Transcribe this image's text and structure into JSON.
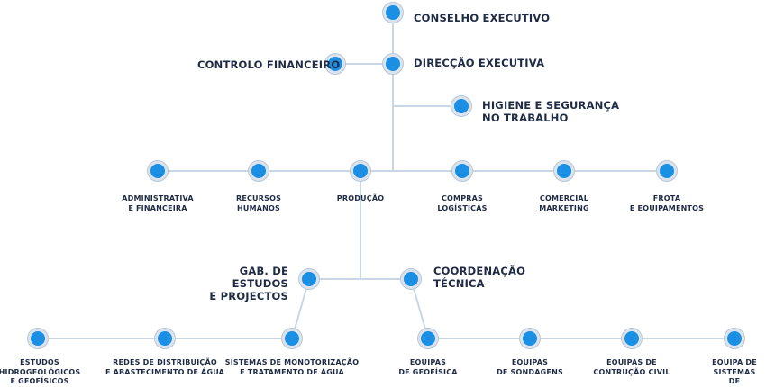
{
  "colors": {
    "line": "#c9d6e3",
    "node": "#1a8fe3",
    "text": "#1f2a44"
  },
  "top": {
    "conselho": "CONSELHO EXECUTIVO",
    "direccao": "DIRECÇÃO EXECUTIVA",
    "controlo": "CONTROLO FINANCEIRO",
    "higiene": "HIGIENE E SEGURANÇA\nNO TRABALHO"
  },
  "departments": [
    "ADMINISTRATIVA\nE FINANCEIRA",
    "RECURSOS\nHUMANOS",
    "PRODUÇÃO",
    "COMPRAS\nLOGÍSTICAS",
    "COMERCIAL\nMARKETING",
    "FROTA\nE EQUIPAMENTOS"
  ],
  "production": {
    "gabinete": "GAB. DE ESTUDOS\nE PROJECTOS",
    "coordenacao": "COORDENAÇÃO\nTÉCNICA"
  },
  "gabinete_units": [
    "ESTUDOS\nHIDROGEOLÓGICOS\nE GEOFÍSICOS",
    "REDES DE DISTRIBUIÇÃO\nE ABASTECIMENTO DE ÁGUA",
    "SISTEMAS DE MONOTORIZAÇÃO\nE TRATAMENTO DE ÁGUA"
  ],
  "coordenacao_units": [
    "EQUIPAS\nDE GEOFÍSICA",
    "EQUIPAS\nDE SONDAGENS",
    "EQUIPAS DE\nCONTRUÇÃO CIVIL",
    "EQUIPA DE SISTEMAS\nDE TRATAMENTO DE ÁGUA"
  ]
}
